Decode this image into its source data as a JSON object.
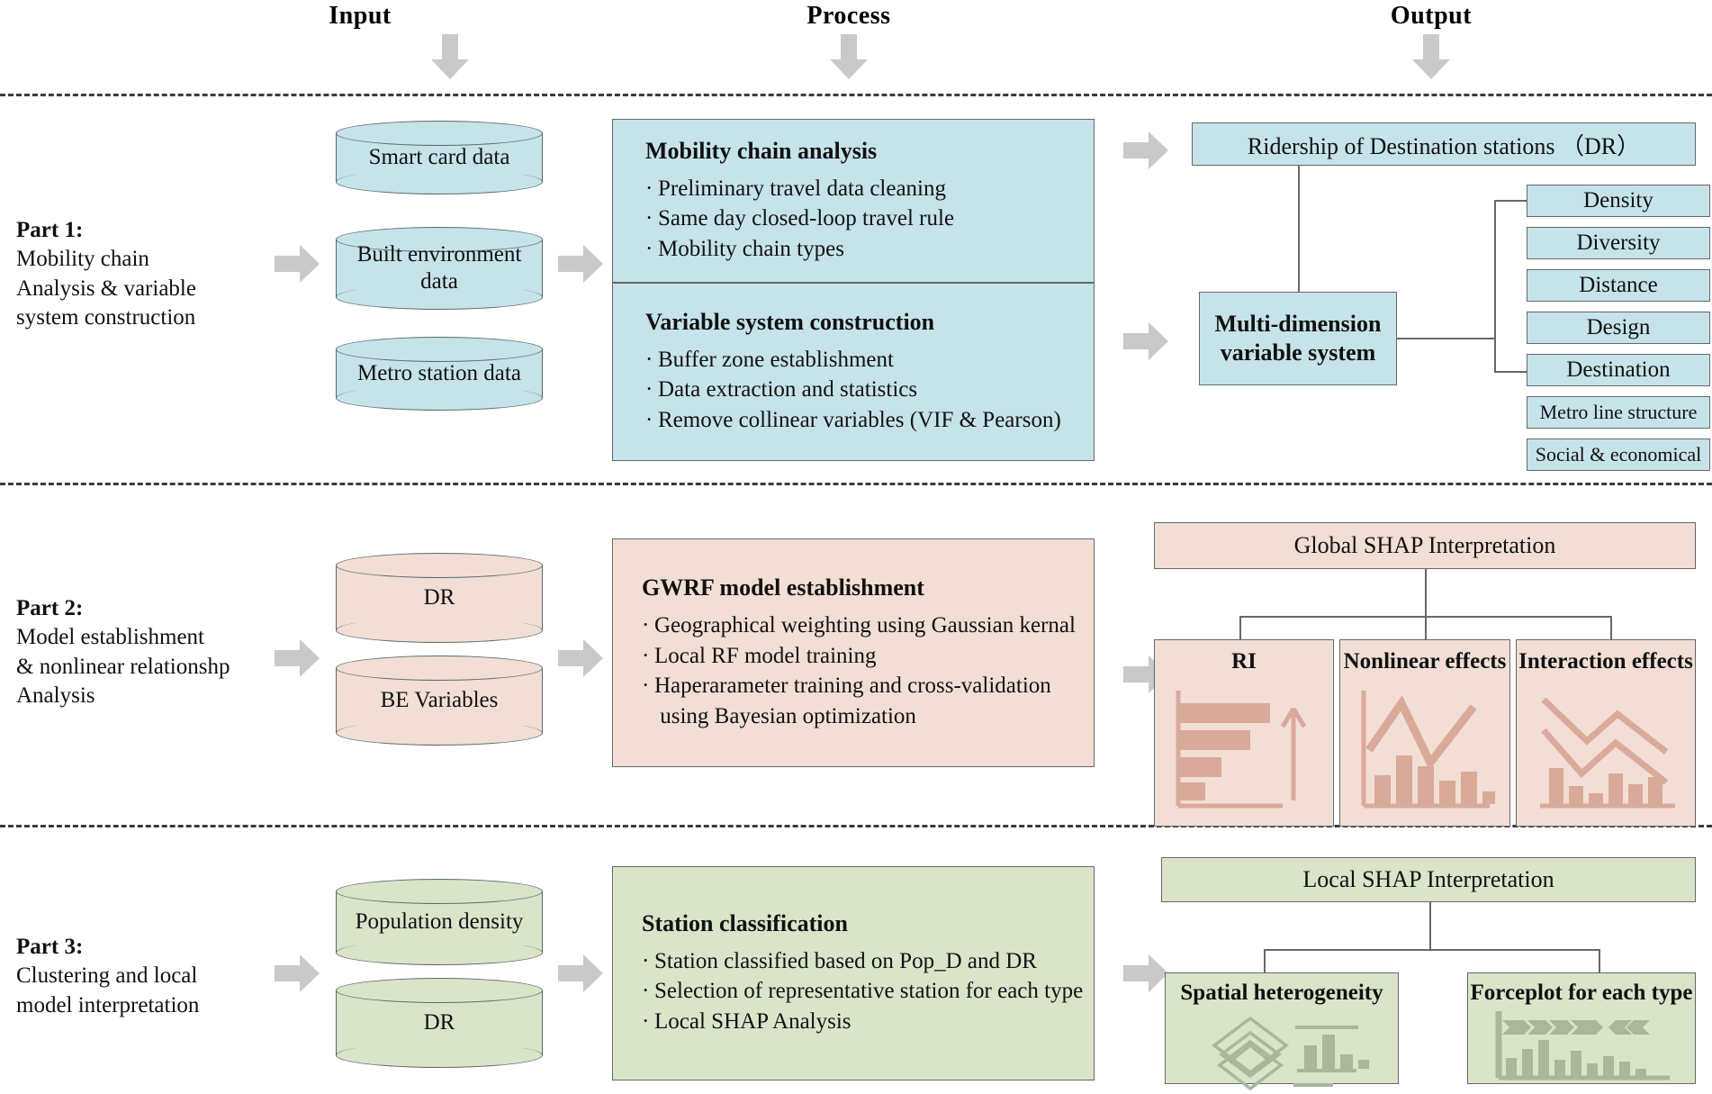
{
  "colors": {
    "part1_fill": "#c6e3ea",
    "part2_fill": "#f2ded4",
    "part3_fill": "#d9e4c9",
    "part1_glyph": "#a9d3dd",
    "part2_glyph": "#d9a99a",
    "part3_glyph": "#a9b79a",
    "border": "#63696b",
    "arrow_gray": "#c9c9c9",
    "dash_line": "#3b3b3b",
    "text": "#111111",
    "page_bg": "#ffffff"
  },
  "headers": {
    "input": "Input",
    "process": "Process",
    "output": "Output"
  },
  "parts": [
    {
      "id": "part1",
      "title": "Part 1:",
      "description": "Mobility chain\nAnalysis & variable\nsystem construction",
      "inputs": [
        {
          "label": "Smart card data"
        },
        {
          "label": "Built environment\ndata"
        },
        {
          "label": "Metro station data"
        }
      ],
      "process": [
        {
          "title": "Mobility chain analysis",
          "items": [
            "Preliminary travel data cleaning",
            "Same day closed-loop travel rule",
            "Mobility chain types"
          ]
        },
        {
          "title": "Variable system construction",
          "items": [
            "Buffer zone establishment",
            "Data extraction and statistics",
            "Remove collinear variables (VIF & Pearson)"
          ]
        }
      ],
      "outputs": {
        "top_box": "Ridership of Destination stations （DR）",
        "main_box": "Multi-dimension\nvariable system",
        "variables": [
          "Density",
          "Diversity",
          "Distance",
          "Design",
          "Destination",
          "Metro line structure",
          "Social & economical"
        ]
      }
    },
    {
      "id": "part2",
      "title": "Part 2:",
      "description": "Model establishment\n & nonlinear relationshp\nAnalysis",
      "inputs": [
        {
          "label": "DR"
        },
        {
          "label": "BE Variables"
        }
      ],
      "process": [
        {
          "title": "GWRF model establishment",
          "items": [
            "Geographical weighting using Gaussian kernal",
            "Local RF model training",
            "Haperarameter training and cross-validation",
            "  using Bayesian optimization"
          ]
        }
      ],
      "outputs": {
        "top_box": "Global SHAP Interpretation",
        "children": [
          {
            "label": "RI",
            "glyph": "hbar-with-up-arrow-icon"
          },
          {
            "label": "Nonlinear effects",
            "glyph": "line-and-bars-icon"
          },
          {
            "label": "Interaction effects",
            "glyph": "double-line-and-bars-icon"
          }
        ]
      }
    },
    {
      "id": "part3",
      "title": "Part 3:",
      "description": "Clustering and local\nmodel interpretation",
      "inputs": [
        {
          "label": "Population density"
        },
        {
          "label": "DR"
        }
      ],
      "process": [
        {
          "title": "Station classification",
          "items": [
            "Station classified based on Pop_D and DR",
            "Selection of representative station for each type",
            "Local SHAP Analysis"
          ]
        }
      ],
      "outputs": {
        "top_box": "Local SHAP Interpretation",
        "children": [
          {
            "label": "Spatial heterogeneity",
            "glyph": "layers-and-bars-icon"
          },
          {
            "label": "Forceplot for each type",
            "glyph": "forceplot-icon"
          }
        ]
      }
    }
  ],
  "chart_data": {
    "type": "diagram",
    "title": "Research framework flowchart",
    "columns": [
      "Input",
      "Process",
      "Output"
    ],
    "rows": [
      "Part 1",
      "Part 2",
      "Part 3"
    ],
    "glyph_series": {
      "ri_hbars": [
        100,
        80,
        46,
        28
      ],
      "nonlinear_bars": [
        30,
        72,
        56,
        26,
        44,
        14
      ],
      "interaction_bars": [
        44,
        20,
        12,
        38,
        24,
        32
      ],
      "spatial_bars": [
        56,
        86,
        34,
        16
      ],
      "forceplot_bars": [
        40,
        62,
        82,
        36,
        58,
        26,
        44,
        30,
        16
      ]
    }
  }
}
